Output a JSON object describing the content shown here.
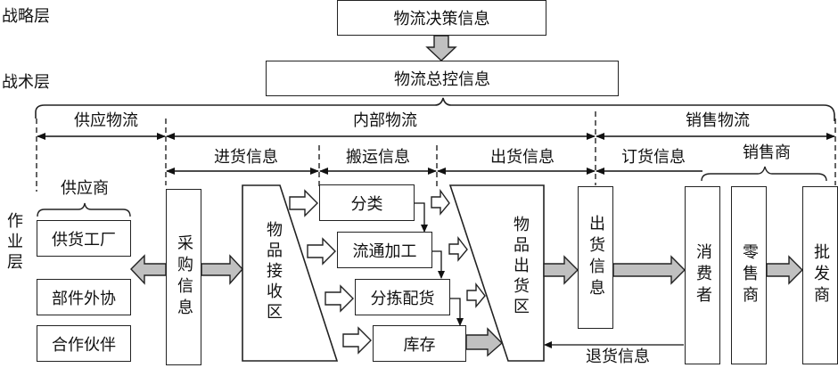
{
  "layers": {
    "strategic": "战略层",
    "tactical": "战术层",
    "operational": "作业层"
  },
  "top": {
    "decision_info": "物流决策信息",
    "control_info": "物流总控信息"
  },
  "sections": {
    "supply_logistics": "供应物流",
    "internal_logistics": "内部物流",
    "sales_logistics": "销售物流"
  },
  "phases": {
    "purchase_info": "进货信息",
    "transport_info": "搬运信息",
    "shipping_info": "出货信息",
    "order_info": "订货信息",
    "return_info": "退货信息"
  },
  "suppliers": {
    "label": "供应商",
    "items": [
      "供货工厂",
      "部件外协",
      "合作伙伴"
    ]
  },
  "nodes": {
    "procurement_info": "采购信息",
    "goods_receiving": "物品接收区",
    "sorting": "分类",
    "processing": "流通加工",
    "picking": "分拣配货",
    "inventory": "库存",
    "goods_outbound": "物品出货区",
    "outbound_info": "出货信息"
  },
  "sellers": {
    "label": "销售商",
    "items": [
      "消费者",
      "零售商",
      "批发商"
    ]
  },
  "colors": {
    "line": "#222222",
    "arrow_fill": "#c0c0c0"
  }
}
